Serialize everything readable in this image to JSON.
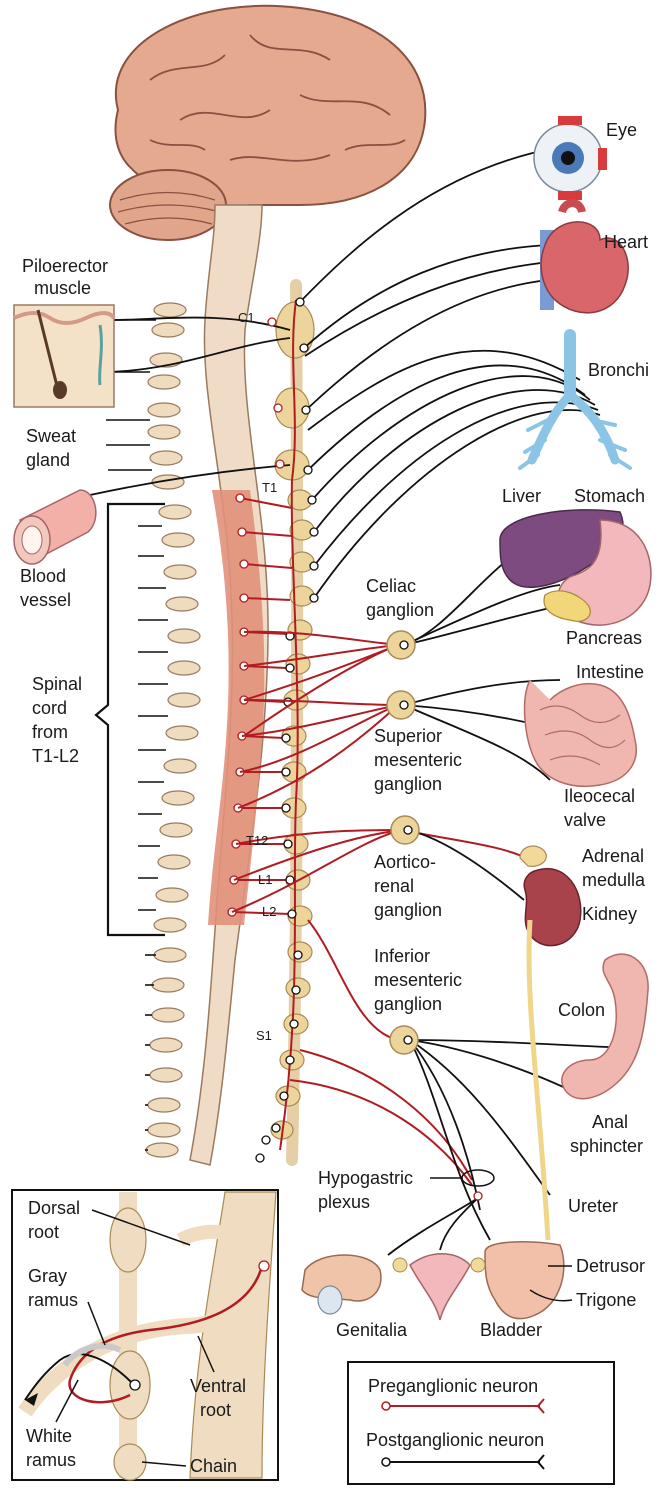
{
  "colors": {
    "preganglionic": "#b01c22",
    "postganglionic": "#111111",
    "brain": "#e5a98f",
    "spine": "#efdcbf",
    "spinal_cord_highlight": "#e1907a",
    "ganglion": "#ecd49a",
    "liver": "#7d4b7f",
    "heart": "#d9666a",
    "kidney": "#a8434b",
    "intestine": "#f0b6b0",
    "bronchi": "#8cc4e6",
    "ureter": "#f0d68a"
  },
  "spinal_levels": {
    "c1": "C1",
    "t1": "T1",
    "t12": "T12",
    "l1": "L1",
    "l2": "L2",
    "s1": "S1"
  },
  "labels": {
    "piloerector": [
      "Piloerector",
      "muscle"
    ],
    "sweat_gland": [
      "Sweat",
      "gland"
    ],
    "blood_vessel": [
      "Blood",
      "vessel"
    ],
    "spinal_cord": [
      "Spinal",
      "cord",
      "from",
      "T1-L2"
    ],
    "eye": "Eye",
    "heart": "Heart",
    "bronchi": "Bronchi",
    "liver": "Liver",
    "stomach": "Stomach",
    "celiac": [
      "Celiac",
      "ganglion"
    ],
    "pancreas": "Pancreas",
    "intestine": "Intestine",
    "superior_mesenteric": [
      "Superior",
      "mesenteric",
      "ganglion"
    ],
    "ileocecal": [
      "Ileocecal",
      "valve"
    ],
    "aorticorenal": [
      "Aortico-",
      "renal",
      "ganglion"
    ],
    "adrenal": [
      "Adrenal",
      "medulla"
    ],
    "kidney": "Kidney",
    "inferior_mesenteric": [
      "Inferior",
      "mesenteric",
      "ganglion"
    ],
    "colon": "Colon",
    "anal_sphincter": [
      "Anal",
      "sphincter"
    ],
    "hypogastric": [
      "Hypogastric",
      "plexus"
    ],
    "ureter": "Ureter",
    "detrusor": "Detrusor",
    "trigone": "Trigone",
    "genitalia": "Genitalia",
    "bladder": "Bladder"
  },
  "inset": {
    "dorsal_root": [
      "Dorsal",
      "root"
    ],
    "gray_ramus": [
      "Gray",
      "ramus"
    ],
    "ventral_root": [
      "Ventral",
      "root"
    ],
    "white_ramus": [
      "White",
      "ramus"
    ],
    "chain": "Chain"
  },
  "legend": {
    "preganglionic": "Preganglionic neuron",
    "postganglionic": "Postganglionic neuron"
  }
}
